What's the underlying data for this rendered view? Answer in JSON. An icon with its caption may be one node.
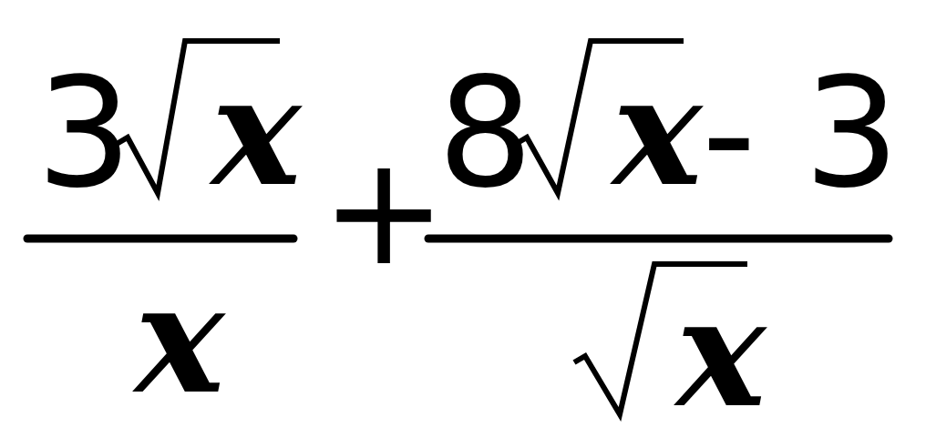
{
  "diagram": {
    "labels": [
      "3",
      "x",
      "x",
      "+",
      "8",
      "x",
      "- 3",
      "x"
    ]
  }
}
